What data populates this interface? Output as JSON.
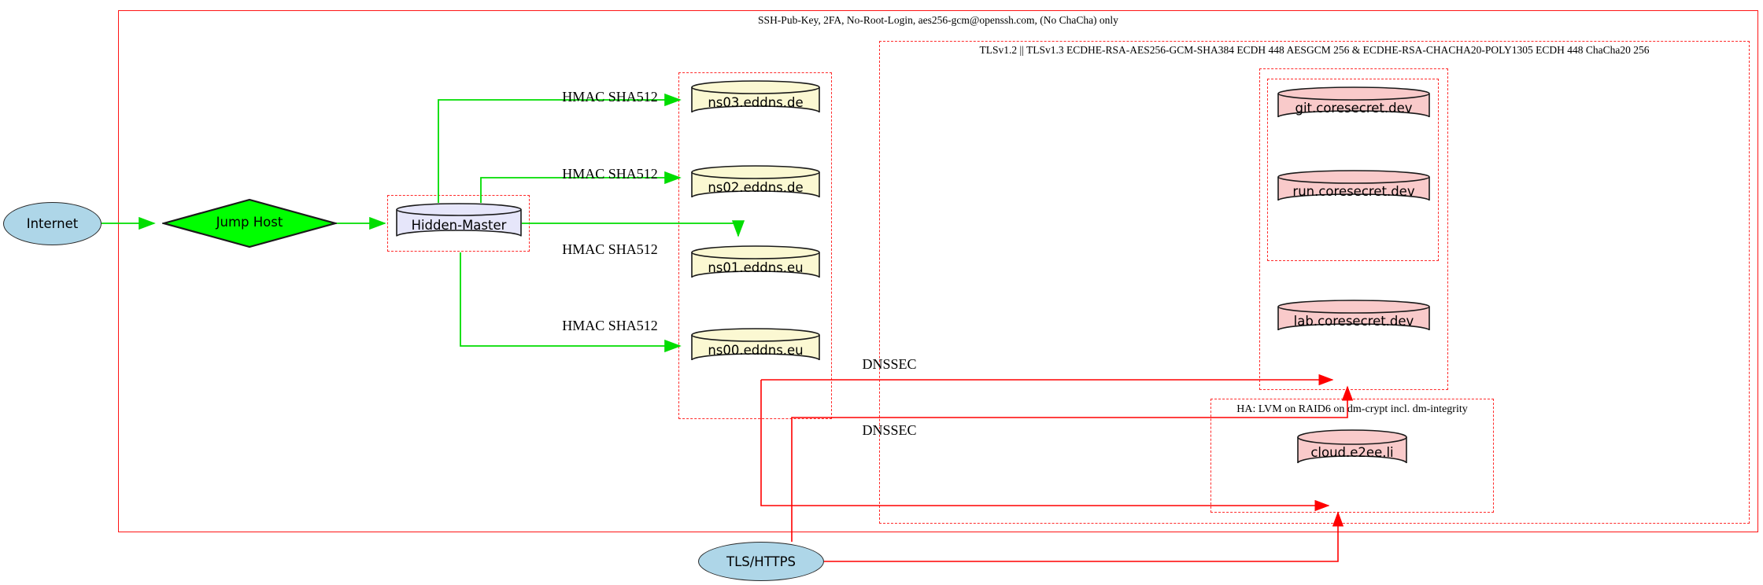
{
  "diagram": {
    "clusters": {
      "ssh": {
        "label": "SSH-Pub-Key, 2FA, No-Root-Login, aes256-gcm@openssh.com, (No ChaCha) only"
      },
      "tls": {
        "label": "TLSv1.2 || TLSv1.3 ECDHE-RSA-AES256-GCM-SHA384 ECDH 448 AESGCM 256 & ECDHE-RSA-CHACHA20-POLY1305 ECDH 448 ChaCha20 256"
      },
      "ha": {
        "label": "HA: LVM on RAID6 on dm-crypt incl. dm-integrity"
      }
    },
    "nodes": {
      "internet": {
        "label": "Internet",
        "shape": "ellipse"
      },
      "jump_host": {
        "label": "Jump Host",
        "shape": "diamond"
      },
      "hidden_master": {
        "label": "Hidden-Master",
        "shape": "cylinder"
      },
      "ns03": {
        "label": "ns03.eddns.de",
        "shape": "cylinder"
      },
      "ns02": {
        "label": "ns02.eddns.de",
        "shape": "cylinder"
      },
      "ns01": {
        "label": "ns01.eddns.eu",
        "shape": "cylinder"
      },
      "ns00": {
        "label": "ns00.eddns.eu",
        "shape": "cylinder"
      },
      "git": {
        "label": "git.coresecret.dev",
        "shape": "cylinder"
      },
      "run": {
        "label": "run.coresecret.dev",
        "shape": "cylinder"
      },
      "lab": {
        "label": "lab.coresecret.dev",
        "shape": "cylinder"
      },
      "cloud": {
        "label": "cloud.e2ee.li",
        "shape": "cylinder"
      },
      "tls_https": {
        "label": "TLS/HTTPS",
        "shape": "ellipse"
      }
    },
    "edge_labels": {
      "hmac_ns03": "HMAC SHA512",
      "hmac_ns02": "HMAC SHA512",
      "hmac_ns01": "HMAC SHA512",
      "hmac_ns00": "HMAC SHA512",
      "dnssec_1": "DNSSEC",
      "dnssec_2": "DNSSEC"
    },
    "colors": {
      "edge_green": "#00dd00",
      "edge_red": "#ff0000",
      "cluster_border_red": "#ff2a2a",
      "fill_dns_cylinder": "#fbf8d2",
      "fill_master_cylinder": "#e6e6fa",
      "fill_web_cylinder": "#f9caca",
      "fill_endpoint_ellipse": "#aed6e8",
      "fill_jump_diamond": "#00ff00"
    }
  }
}
